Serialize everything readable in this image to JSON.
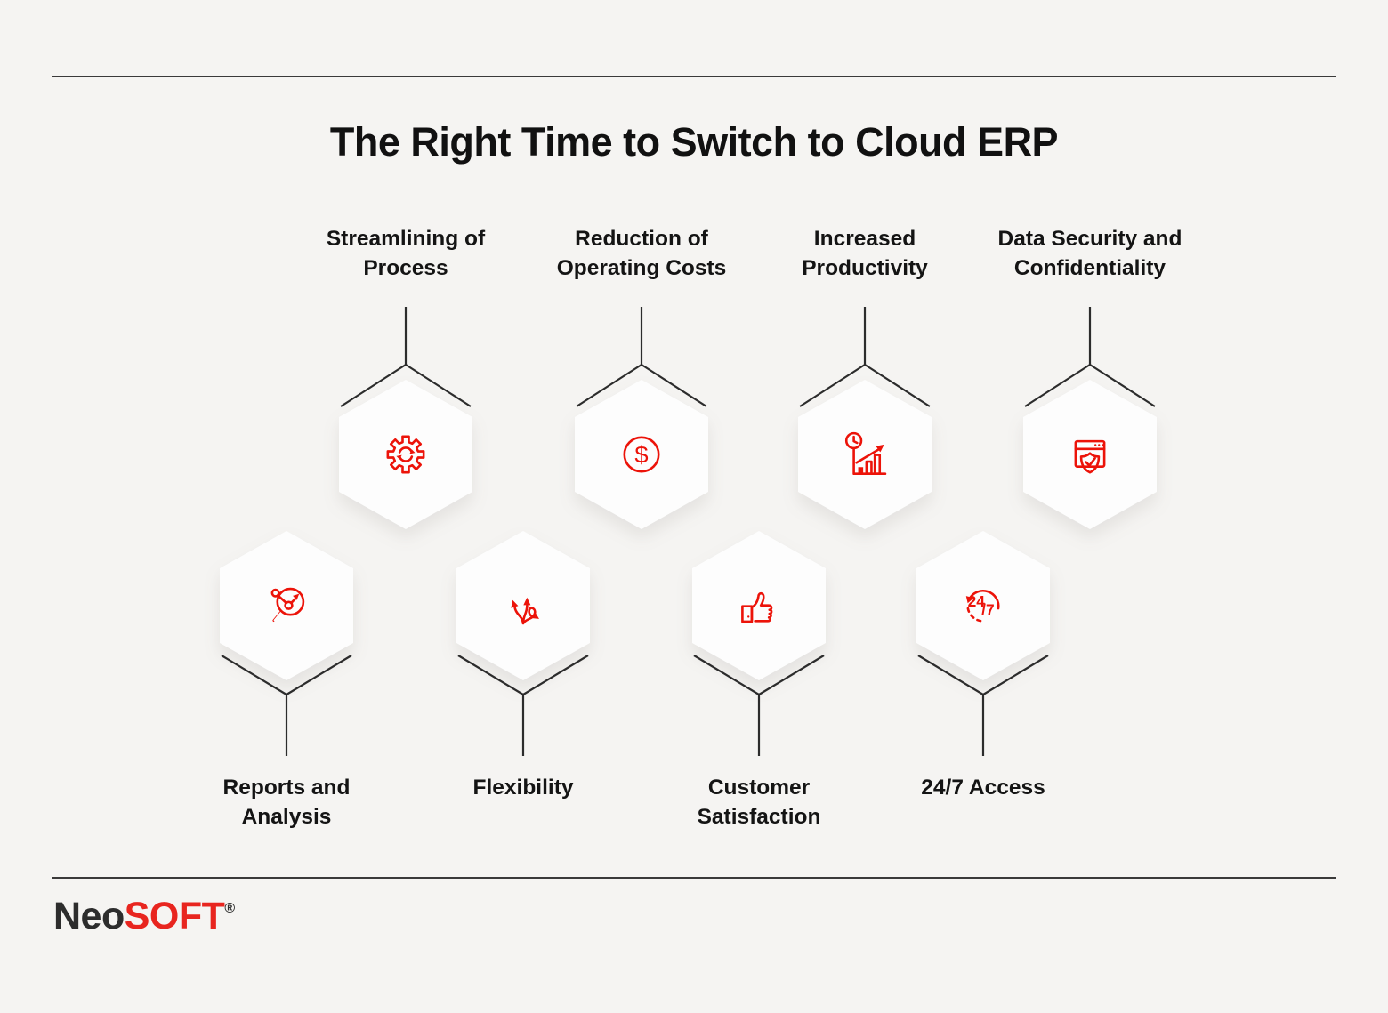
{
  "title": "The Right Time to Switch to Cloud ERP",
  "items": [
    {
      "label_line1": "Streamlining of",
      "label_line2": "Process",
      "icon": "gear-sync-icon"
    },
    {
      "label_line1": "Reduction of",
      "label_line2": "Operating Costs",
      "icon": "dollar-circle-icon"
    },
    {
      "label_line1": "Increased",
      "label_line2": "Productivity",
      "icon": "clock-growth-chart-icon"
    },
    {
      "label_line1": "Data Security and",
      "label_line2": "Confidentiality",
      "icon": "browser-shield-check-icon"
    },
    {
      "label_line1": "Reports and",
      "label_line2": "Analysis",
      "icon": "magnifier-trend-icon"
    },
    {
      "label_line1": "Flexibility",
      "label_line2": "",
      "icon": "branching-arrows-icon"
    },
    {
      "label_line1": "Customer",
      "label_line2": "Satisfaction",
      "icon": "thumbs-up-icon"
    },
    {
      "label_line1": "24/7 Access",
      "label_line2": "",
      "icon": "24-7-cycle-icon"
    }
  ],
  "icon_texts": {
    "dollar": "$",
    "h24": "24",
    "per7": "/7"
  },
  "logo": {
    "part1": "Neo",
    "part2": "SOFT",
    "registered": "®"
  },
  "colors": {
    "background": "#f5f4f2",
    "accent_red": "#ec1309",
    "line_dark": "#2c2c2c",
    "text": "#141414",
    "logo_dark": "#2d2d2d",
    "logo_red": "#e8251f",
    "hexagon_fill": "#fdfdfd"
  }
}
